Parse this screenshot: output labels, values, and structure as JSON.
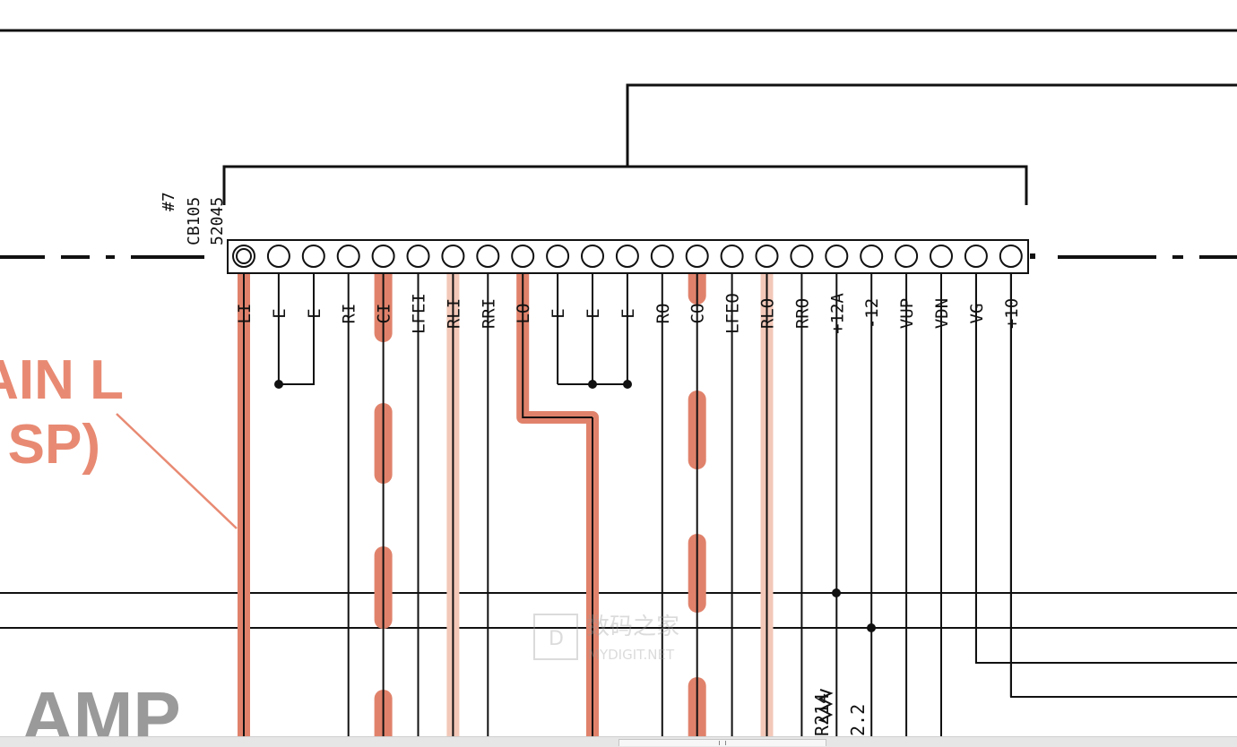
{
  "connector": {
    "ref_label_1": "#7",
    "ref_label_2": "CB105",
    "ref_label_3": "52045"
  },
  "pins": [
    {
      "label": "LI"
    },
    {
      "label": "E"
    },
    {
      "label": "E"
    },
    {
      "label": "RI"
    },
    {
      "label": "CI"
    },
    {
      "label": "LFEI"
    },
    {
      "label": "RLI"
    },
    {
      "label": "RRI"
    },
    {
      "label": "LO"
    },
    {
      "label": "E"
    },
    {
      "label": "E"
    },
    {
      "label": "E"
    },
    {
      "label": "RO"
    },
    {
      "label": "CO"
    },
    {
      "label": "LFEO"
    },
    {
      "label": "RLO"
    },
    {
      "label": "RRO"
    },
    {
      "label": "+12A"
    },
    {
      "label": "-12"
    },
    {
      "label": "VUP"
    },
    {
      "label": "VDN"
    },
    {
      "label": "VG"
    },
    {
      "label": "+10"
    }
  ],
  "annotations": {
    "main_line1": "AIN L",
    "main_line2": "SP)",
    "amp": "AMP"
  },
  "resistor": {
    "ref": "R214",
    "value": "2.2"
  },
  "watermark": {
    "cn": "数码之家",
    "en": "MYDIGIT.NET"
  },
  "colors": {
    "wire": "#111111",
    "signal_highlight": "#e0826b",
    "signal_highlight_light": "#f3c8b8",
    "annotation_text": "#e88a73",
    "amp_text": "#9a9a9a"
  }
}
